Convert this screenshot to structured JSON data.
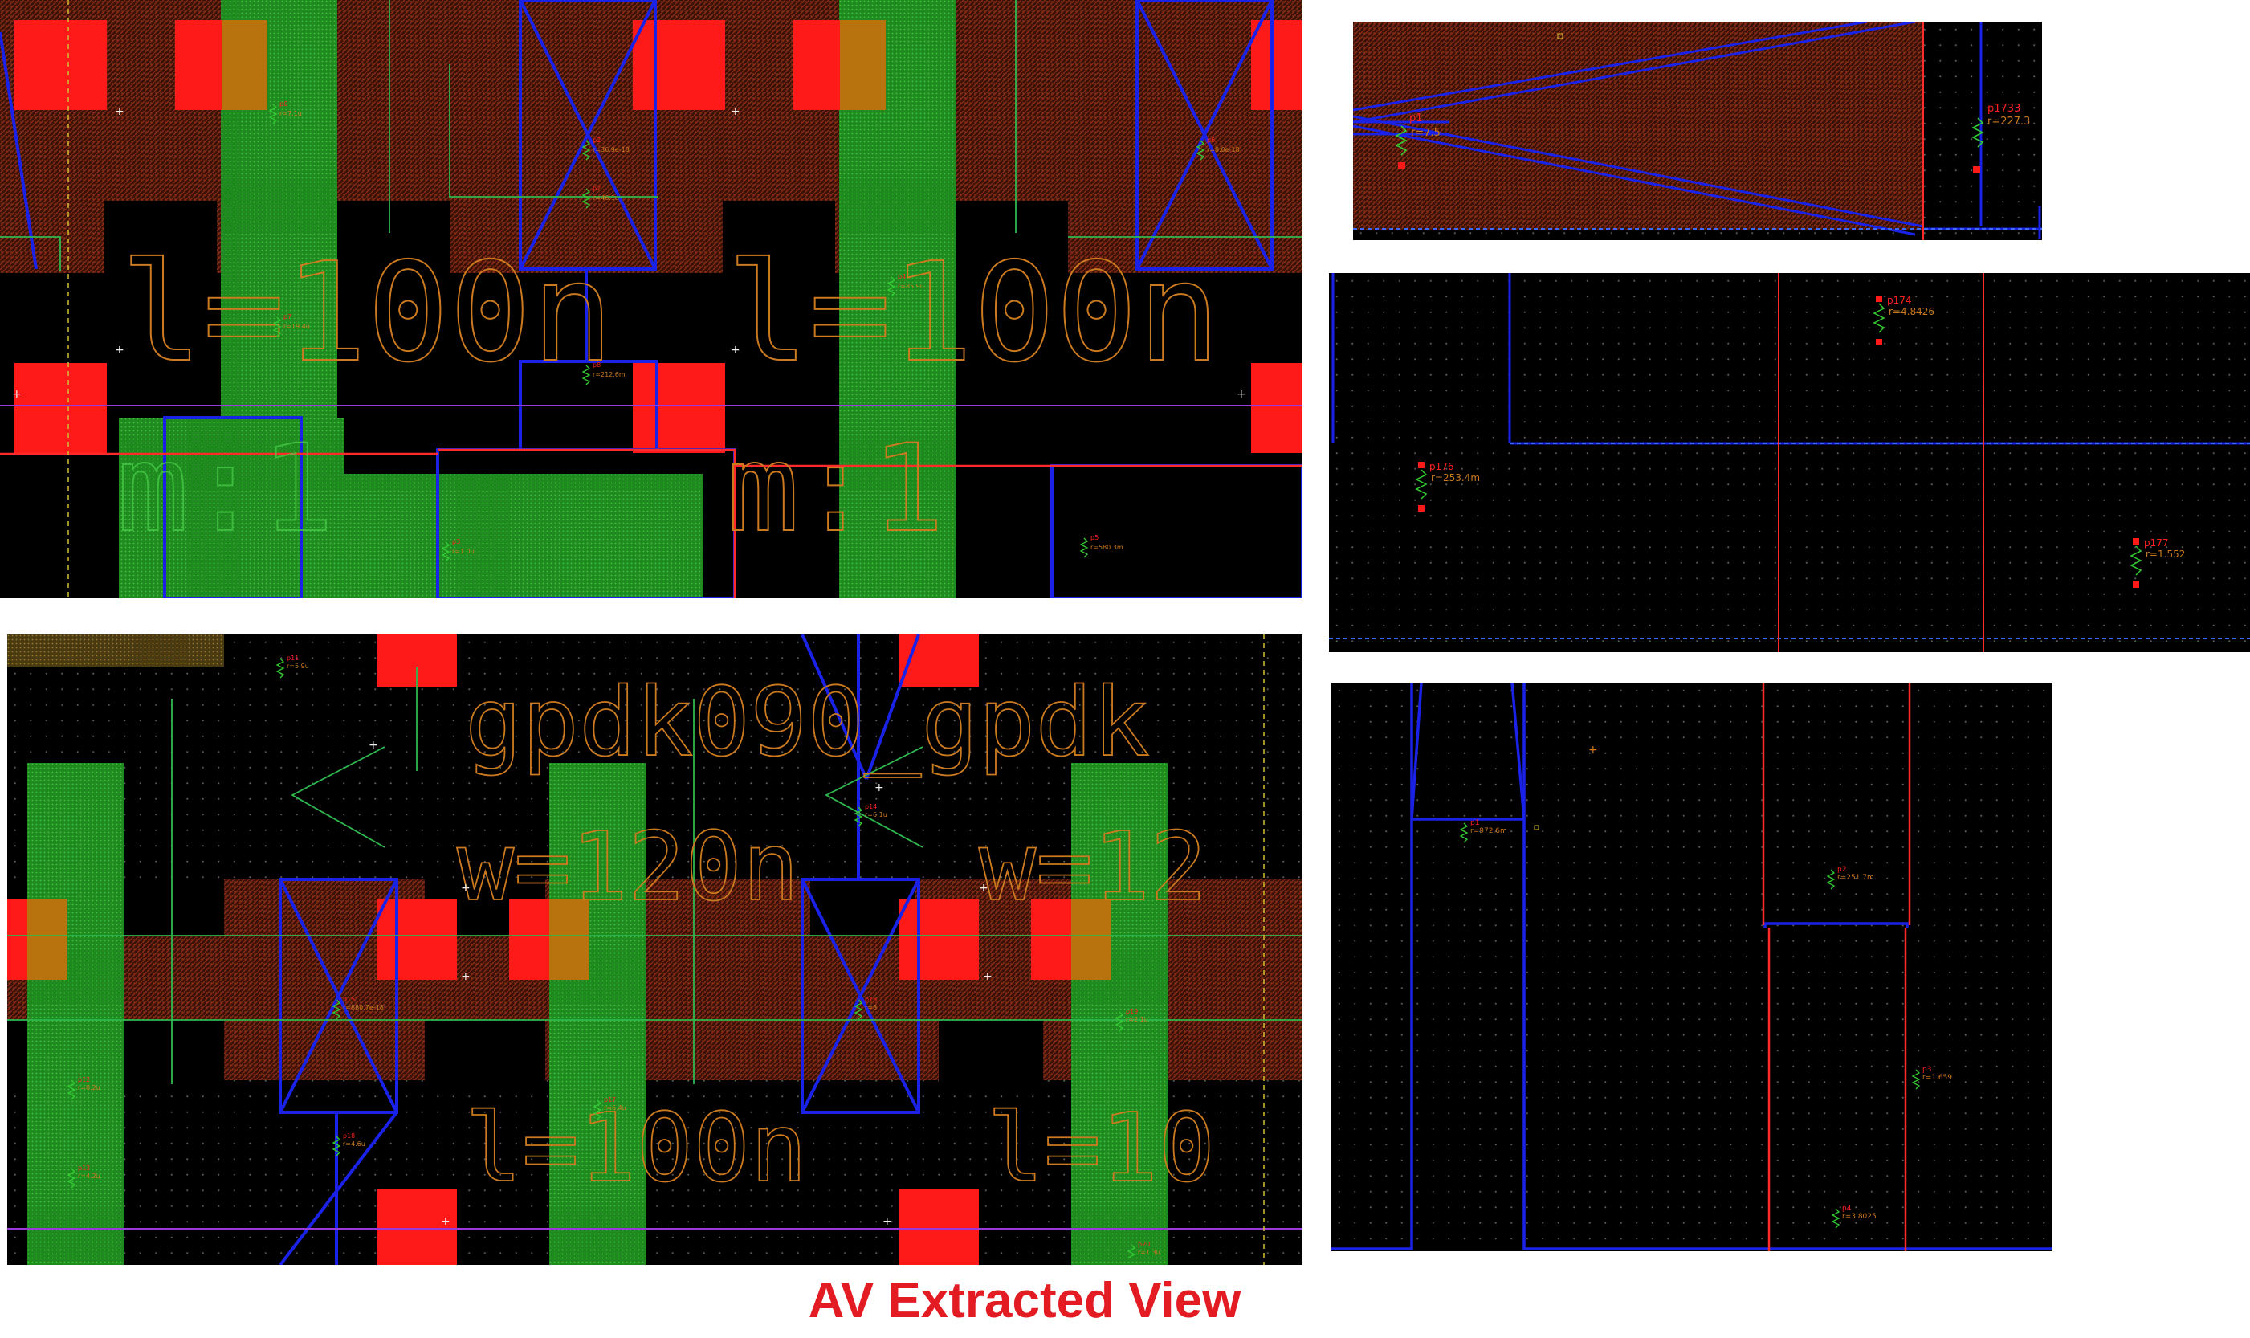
{
  "caption": "AV Extracted View",
  "colors": {
    "background": "#000000",
    "active_diffusion": "#c0392b",
    "poly": "#33aa33",
    "metal1": "#1a22e8",
    "contact": "#ff1a1a",
    "annotation": "#cc7a1f",
    "resistor": "#33cc33",
    "resistor_label": "#ff2020",
    "red_edge": "#ff2a2a"
  },
  "panel_a": {
    "label_texts": [
      "l=100n",
      "l=100n",
      "m:1",
      "m:1"
    ],
    "resistors": [
      {
        "name": "p0",
        "value": "r=7.1u"
      },
      {
        "name": "p2",
        "value": "r=36.9e-18"
      },
      {
        "name": "p2",
        "value": "r=46.1u"
      },
      {
        "name": "p7",
        "value": "r=19.4u"
      },
      {
        "name": "p8",
        "value": "r=212.6m"
      },
      {
        "name": "p4",
        "value": "r=85.9u"
      },
      {
        "name": "p3",
        "value": "r=1.0u"
      },
      {
        "name": "p5",
        "value": "r=580.3m"
      },
      {
        "name": "p6",
        "value": "r=8.0e-18"
      }
    ]
  },
  "panel_b": {
    "label_texts": [
      "gpdk090_gpdk",
      "w=120n",
      "w=12",
      "l=100n",
      "l=10"
    ],
    "resistors": [
      {
        "name": "p11",
        "value": "r=5.9u"
      },
      {
        "name": "p14",
        "value": "r=6.1u"
      },
      {
        "name": "p15",
        "value": "r=880.7e-18"
      },
      {
        "name": "p16",
        "value": "r=8"
      },
      {
        "name": "p12",
        "value": "r=8.2u"
      },
      {
        "name": "p13",
        "value": "r=4.2u"
      },
      {
        "name": "p17",
        "value": "r=6.4u"
      },
      {
        "name": "p18",
        "value": "r=4.6u"
      },
      {
        "name": "p19",
        "value": "r=2.1u"
      },
      {
        "name": "p20",
        "value": "r=1.3u"
      }
    ]
  },
  "panel_c": {
    "resistors": [
      {
        "name": "p1",
        "value": "r=7.5"
      },
      {
        "name": "p1733",
        "value": "r=227.3"
      }
    ]
  },
  "panel_d": {
    "resistors": [
      {
        "name": "p174",
        "value": "r=4.8426"
      },
      {
        "name": "p176",
        "value": "r=253.4m"
      },
      {
        "name": "p177",
        "value": "r=1.552"
      }
    ]
  },
  "panel_e": {
    "resistors": [
      {
        "name": "p1",
        "value": "r=972.6m"
      },
      {
        "name": "p2",
        "value": "r=251.7m"
      },
      {
        "name": "p3",
        "value": "r=1.659"
      },
      {
        "name": "p4",
        "value": "r=3.8025"
      }
    ]
  }
}
